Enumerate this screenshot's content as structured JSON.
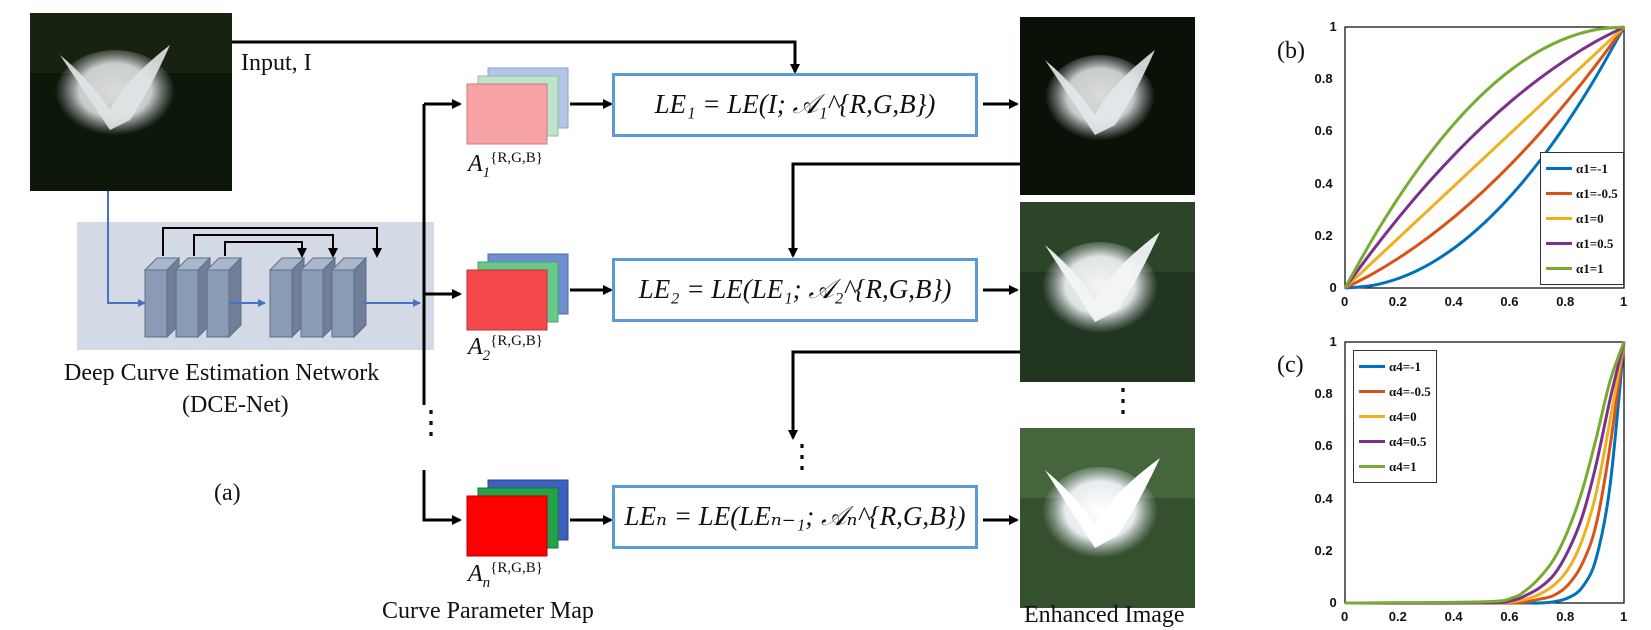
{
  "panel_a": {
    "input_label": "Input, I",
    "network_title": "Deep Curve Estimation Network",
    "network_abbr": "(DCE-Net)",
    "panel_label": "(a)",
    "param_map_caption": "Curve Parameter Map",
    "enhanced_caption": "Enhanced Image",
    "param_maps": [
      {
        "letter": "A",
        "sub": "1",
        "sup": "{R,G,B}"
      },
      {
        "letter": "A",
        "sub": "2",
        "sup": "{R,G,B}"
      },
      {
        "letter": "A",
        "sub": "n",
        "sup": "{R,G,B}"
      }
    ],
    "formulas": [
      "LE₁ = LE(I; 𝒜₁^{R,G,B})",
      "LE₂ = LE(LE₁; 𝒜₂^{R,G,B})",
      "LEₙ = LE(LEₙ₋₁; 𝒜ₙ^{R,G,B})"
    ],
    "ellipsis": "⋮"
  },
  "panel_b": {
    "label": "(b)",
    "legend": [
      "α1=-1",
      "α1=-0.5",
      "α1=0",
      "α1=0.5",
      "α1=1"
    ]
  },
  "panel_c": {
    "label": "(c)",
    "legend": [
      "α4=-1",
      "α4=-0.5",
      "α4=0",
      "α4=0.5",
      "α4=1"
    ]
  },
  "chart_data": [
    {
      "type": "line",
      "panel": "(b)",
      "xlim": [
        0,
        1
      ],
      "ylim": [
        0,
        1
      ],
      "xticks": [
        "0",
        "0.2",
        "0.4",
        "0.6",
        "0.8",
        "1"
      ],
      "yticks": [
        "0",
        "0.2",
        "0.4",
        "0.6",
        "0.8",
        "1"
      ],
      "x": [
        0,
        0.1,
        0.2,
        0.3,
        0.4,
        0.5,
        0.6,
        0.7,
        0.8,
        0.9,
        1
      ],
      "series": [
        {
          "name": "α1=-1",
          "color": "#0072bd",
          "values": [
            0,
            0.01,
            0.04,
            0.09,
            0.16,
            0.25,
            0.36,
            0.49,
            0.64,
            0.81,
            1
          ]
        },
        {
          "name": "α1=-0.5",
          "color": "#d95319",
          "values": [
            0,
            0.055,
            0.12,
            0.195,
            0.28,
            0.375,
            0.48,
            0.595,
            0.72,
            0.855,
            1
          ]
        },
        {
          "name": "α1=0",
          "color": "#edb120",
          "values": [
            0,
            0.1,
            0.2,
            0.3,
            0.4,
            0.5,
            0.6,
            0.7,
            0.8,
            0.9,
            1
          ]
        },
        {
          "name": "α1=0.5",
          "color": "#7e2f8e",
          "values": [
            0,
            0.145,
            0.28,
            0.405,
            0.52,
            0.625,
            0.72,
            0.805,
            0.88,
            0.945,
            1
          ]
        },
        {
          "name": "α1=1",
          "color": "#77ac30",
          "values": [
            0,
            0.19,
            0.36,
            0.51,
            0.64,
            0.75,
            0.84,
            0.91,
            0.96,
            0.99,
            1
          ]
        }
      ],
      "legend_position": "bottom-right"
    },
    {
      "type": "line",
      "panel": "(c)",
      "xlim": [
        0,
        1
      ],
      "ylim": [
        0,
        1
      ],
      "xticks": [
        "0",
        "0.2",
        "0.4",
        "0.6",
        "0.8",
        "1"
      ],
      "yticks": [
        "0",
        "0.2",
        "0.4",
        "0.6",
        "0.8",
        "1"
      ],
      "x": [
        0,
        0.5,
        0.6,
        0.65,
        0.7,
        0.75,
        0.8,
        0.85,
        0.9,
        0.95,
        1
      ],
      "series": [
        {
          "name": "α4=-1",
          "color": "#0072bd",
          "values": [
            0,
            0,
            0,
            0,
            0,
            0.005,
            0.02,
            0.06,
            0.17,
            0.45,
            1
          ]
        },
        {
          "name": "α4=-0.5",
          "color": "#d95319",
          "values": [
            0,
            0,
            0,
            0.005,
            0.015,
            0.03,
            0.07,
            0.15,
            0.3,
            0.6,
            1
          ]
        },
        {
          "name": "α4=0",
          "color": "#edb120",
          "values": [
            0,
            0,
            0.005,
            0.015,
            0.035,
            0.07,
            0.13,
            0.24,
            0.42,
            0.7,
            1
          ]
        },
        {
          "name": "α4=0.5",
          "color": "#7e2f8e",
          "values": [
            0,
            0,
            0.01,
            0.03,
            0.06,
            0.11,
            0.2,
            0.33,
            0.53,
            0.78,
            1
          ]
        },
        {
          "name": "α4=1",
          "color": "#77ac30",
          "values": [
            0,
            0.005,
            0.02,
            0.05,
            0.1,
            0.17,
            0.28,
            0.43,
            0.63,
            0.85,
            1
          ]
        }
      ],
      "legend_position": "top-left"
    }
  ]
}
